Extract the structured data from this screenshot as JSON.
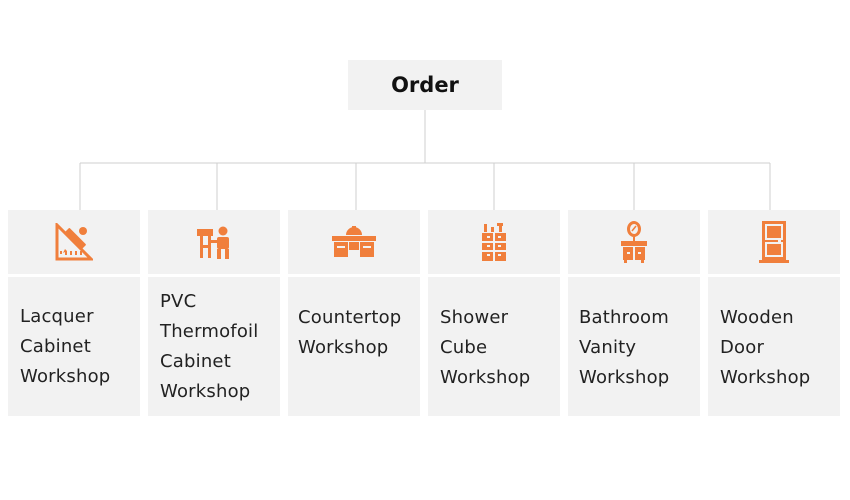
{
  "root": {
    "label": "Order"
  },
  "nodes": [
    {
      "label": "Lacquer Cabinet Workshop",
      "icon": "ruler-pencil-icon"
    },
    {
      "label": "PVC Thermofoil Cabinet Workshop",
      "icon": "woodworker-icon"
    },
    {
      "label": "Countertop Workshop",
      "icon": "kitchen-counter-icon"
    },
    {
      "label": "Shower Cube Workshop",
      "icon": "bathroom-cabinet-icon"
    },
    {
      "label": "Bathroom Vanity Workshop",
      "icon": "vanity-mirror-icon"
    },
    {
      "label": "Wooden Door Workshop",
      "icon": "door-icon"
    }
  ],
  "colors": {
    "accent": "#f07f3c",
    "box": "#f2f2f2",
    "line": "#cfcfcf"
  }
}
